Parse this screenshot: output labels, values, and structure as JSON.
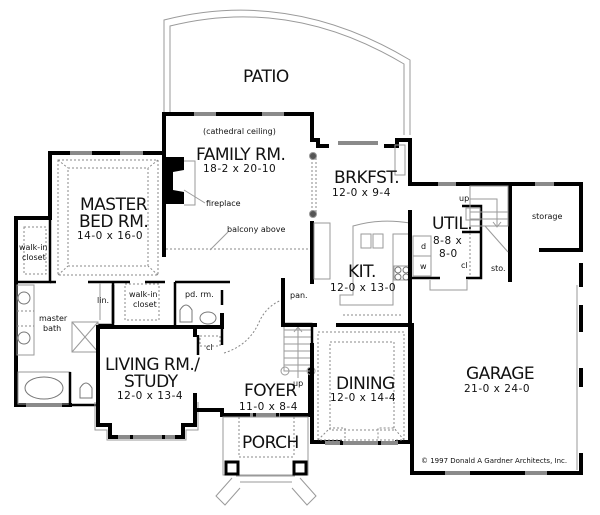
{
  "plan": {
    "rooms": {
      "patio": {
        "label": "PATIO"
      },
      "family": {
        "note": "(cathedral ceiling)",
        "label": "FAMILY RM.",
        "dims": "18-2 x 20-10"
      },
      "fireplace": {
        "label": "fireplace"
      },
      "balcony": {
        "label": "balcony above"
      },
      "master_bed": {
        "line1": "MASTER",
        "line2": "BED RM.",
        "dims": "14-0 x 16-0"
      },
      "walkin_1": {
        "line1": "walk-in",
        "line2": "closet"
      },
      "master_bath": {
        "line1": "master",
        "line2": "bath"
      },
      "linen": {
        "label": "lin."
      },
      "walkin_2": {
        "line1": "walk-in",
        "line2": "closet"
      },
      "powder": {
        "label": "pd. rm."
      },
      "closet_foyer": {
        "label": "cl"
      },
      "living": {
        "line1": "LIVING RM./",
        "line2": "STUDY",
        "dims": "12-0 x 13-4"
      },
      "foyer": {
        "label": "FOYER",
        "dims": "11-0 x 8-4"
      },
      "stairs_up": {
        "label": "up"
      },
      "porch": {
        "label": "PORCH"
      },
      "pantry": {
        "label": "pan."
      },
      "brkfst": {
        "label": "BRKFST.",
        "dims": "12-0 x 9-4"
      },
      "kitchen": {
        "label": "KIT.",
        "dims": "12-0 x 13-0"
      },
      "dining": {
        "label": "DINING",
        "dims": "12-0 x 14-4"
      },
      "util": {
        "label": "UTIL.",
        "dims_1": "8-8 x",
        "dims_2": "8-0"
      },
      "dryer": {
        "label": "d"
      },
      "washer": {
        "label": "w"
      },
      "util_closet": {
        "label": "cl"
      },
      "util_up": {
        "label": "up"
      },
      "sto": {
        "label": "sto."
      },
      "storage": {
        "label": "storage"
      },
      "garage": {
        "label": "GARAGE",
        "dims": "21-0 x 24-0"
      }
    },
    "copyright": "© 1997   Donald A Gardner Architects, Inc."
  }
}
